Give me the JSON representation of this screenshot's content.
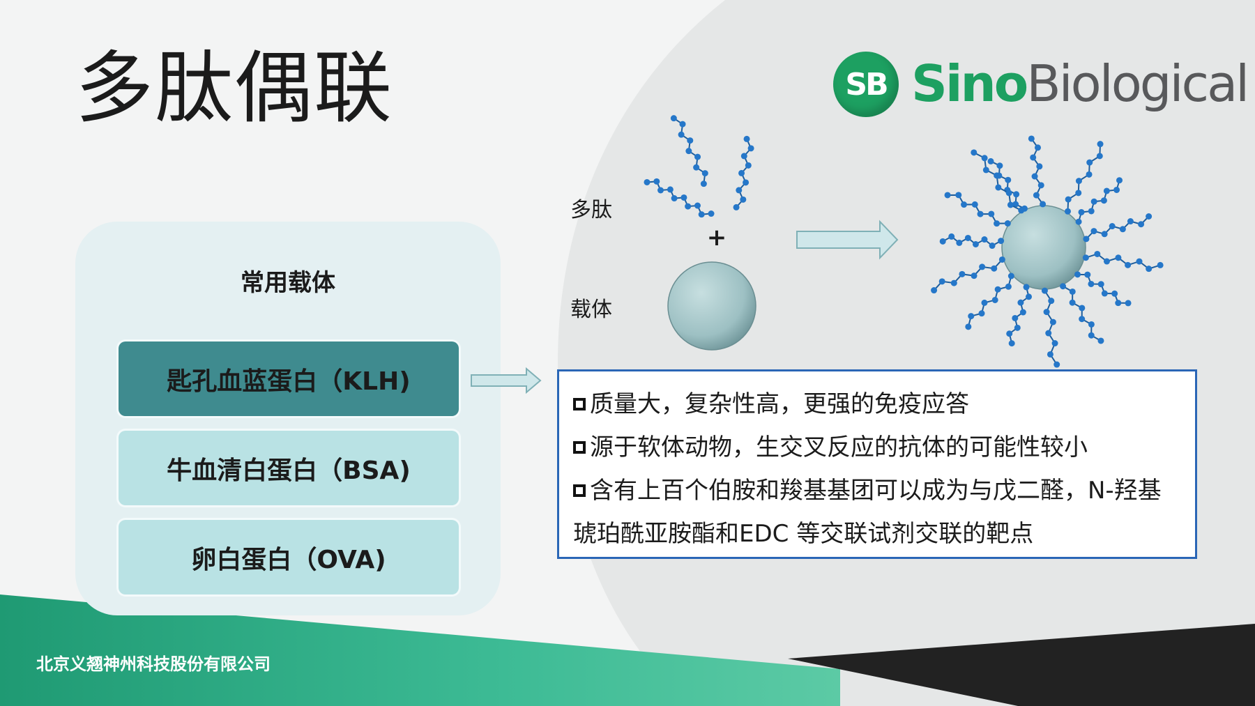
{
  "title": "多肽偶联",
  "logo": {
    "mark": "SB",
    "name_part1": "Sino",
    "name_part2": "Biological",
    "brand_color": "#1da061",
    "text_color": "#58595b"
  },
  "carriers": {
    "heading": "常用载体",
    "items": [
      {
        "label": "匙孔血蓝蛋白（KLH)",
        "color": "#3f8b8f"
      },
      {
        "label": "牛血清白蛋白（BSA)",
        "color": "#b9e2e4"
      },
      {
        "label": "卵白蛋白（OVA)",
        "color": "#b9e2e4"
      }
    ]
  },
  "diagram": {
    "peptide_label": "多肽",
    "carrier_label": "载体",
    "plus": "+",
    "peptide_color": "#2577c9",
    "sphere_color": "#9dc0c3"
  },
  "benefits": [
    "质量大，复杂性高，更强的免疫应答",
    "源于软体动物，生交叉反应的抗体的可能性较小",
    "含有上百个伯胺和羧基基团可以成为与戊二醛，N-羟基",
    "琥珀酰亚胺酯和EDC 等交联试剂交联的靶点"
  ],
  "footer": {
    "company": "北京义翘神州科技股份有限公司",
    "green_color": "#2fae8c",
    "dark_color": "#222222"
  }
}
